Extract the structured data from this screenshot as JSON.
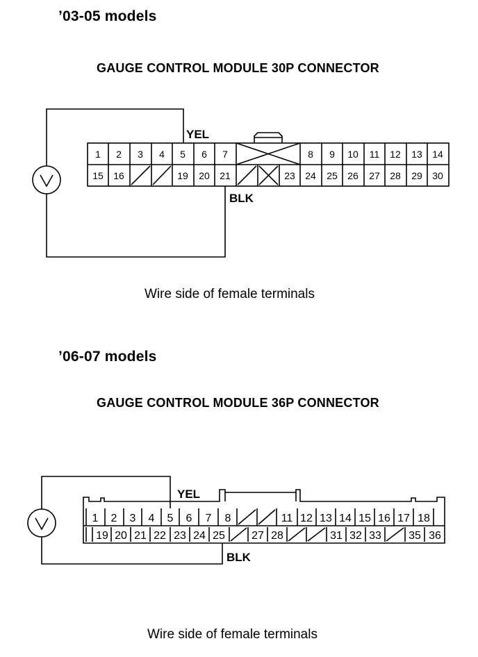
{
  "section_1": {
    "heading": "’03-05 models",
    "title": "GAUGE CONTROL MODULE 30P CONNECTOR",
    "wire_top": "YEL",
    "wire_bottom": "BLK",
    "caption": "Wire side of female terminals",
    "row_top": [
      "1",
      "2",
      "3",
      "4",
      "5",
      "6",
      "7",
      "",
      "8",
      "9",
      "10",
      "11",
      "12",
      "13",
      "14"
    ],
    "row_bottom": [
      "15",
      "16",
      "",
      "",
      "19",
      "20",
      "21",
      "",
      "",
      "23",
      "24",
      "25",
      "26",
      "27",
      "28",
      "29",
      "30"
    ]
  },
  "section_2": {
    "heading": "’06-07 models",
    "title": "GAUGE CONTROL MODULE 36P CONNECTOR",
    "wire_top": "YEL",
    "wire_bottom": "BLK",
    "caption": "Wire side of female terminals",
    "row_top": [
      "1",
      "2",
      "3",
      "4",
      "5",
      "6",
      "7",
      "8",
      "",
      "",
      "11",
      "12",
      "13",
      "14",
      "15",
      "16",
      "17",
      "18"
    ],
    "row_bottom": [
      "19",
      "20",
      "21",
      "22",
      "23",
      "24",
      "25",
      "",
      "27",
      "28",
      "",
      "",
      "31",
      "32",
      "33",
      "",
      "35",
      "36"
    ]
  },
  "icons": {
    "voltmeter": "voltmeter-icon"
  }
}
